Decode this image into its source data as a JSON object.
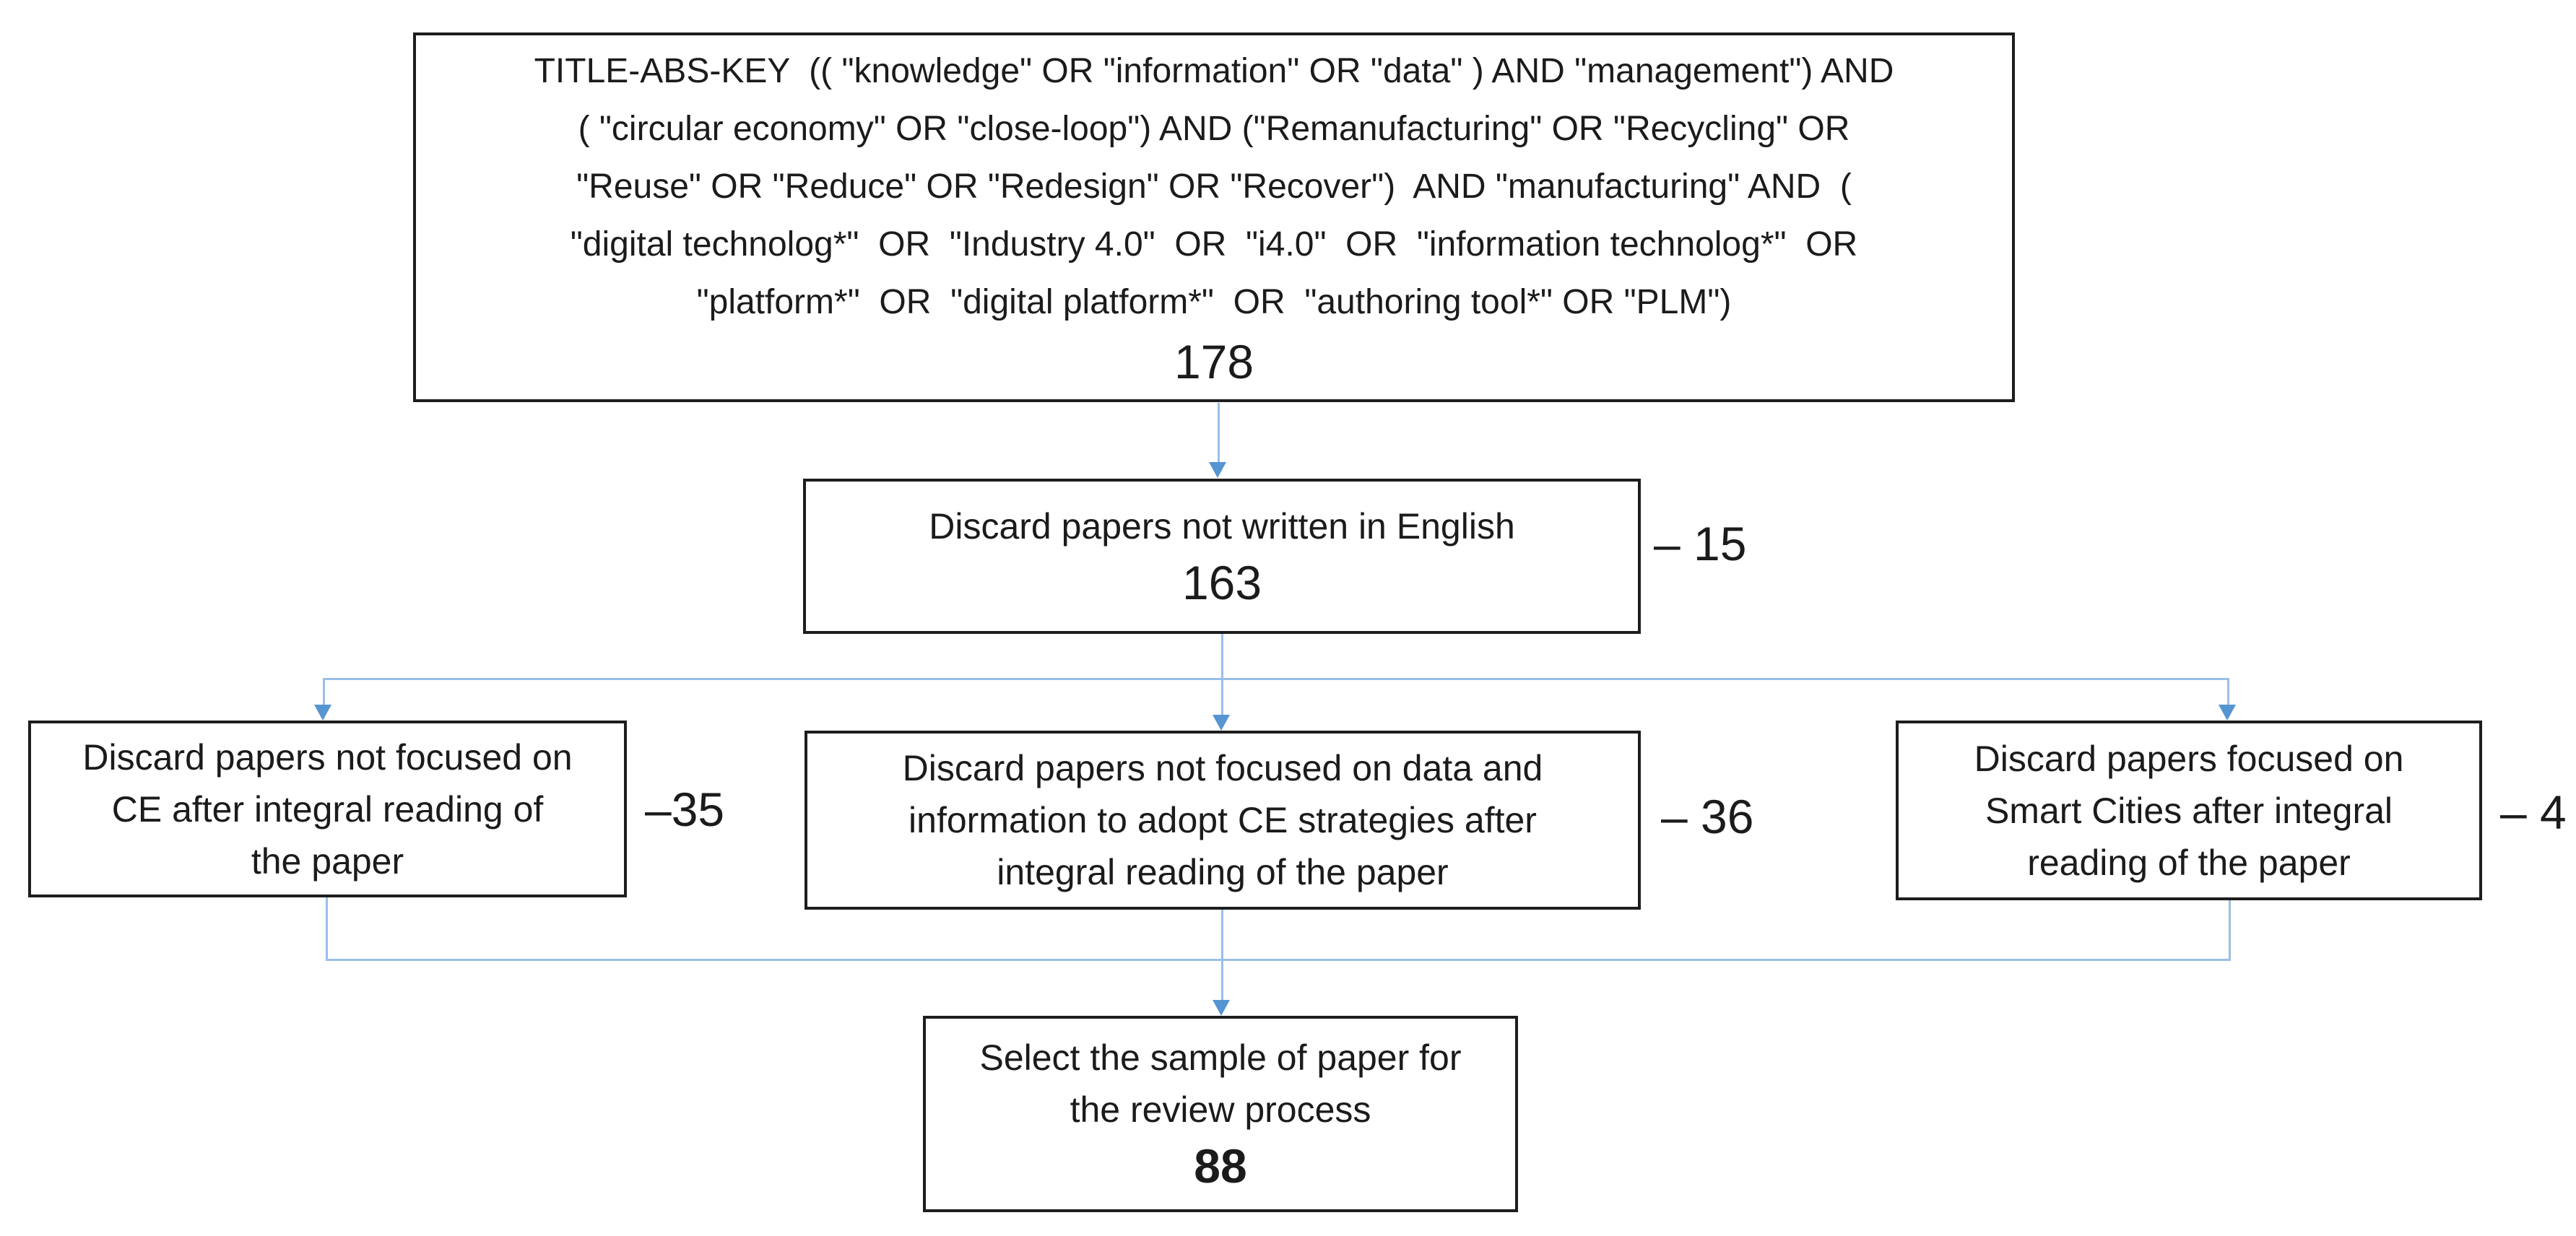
{
  "diagram": {
    "title": "Paper selection flow for the review process",
    "colors": {
      "box_border": "#1d1d1d",
      "text": "#1b1b1b",
      "connector_line": "#9abfe7",
      "connector_arrow": "#5694d2",
      "background": "#ffffff"
    }
  },
  "boxes": {
    "search_query": {
      "text": "TITLE-ABS-KEY  (( \"knowledge\" OR \"information\" OR \"data\" ) AND \"management\") AND\n( \"circular economy\" OR \"close-loop\") AND (\"Remanufacturing\" OR \"Recycling\" OR\n\"Reuse\" OR \"Reduce\" OR \"Redesign\" OR \"Recover\")  AND \"manufacturing\" AND  (\n\"digital technolog*\"  OR  \"Industry 4.0\"  OR  \"i4.0\"  OR  \"information technolog*\"  OR\n\"platform*\"  OR  \"digital platform*\"  OR  \"authoring tool*\" OR \"PLM\")",
      "count": "178"
    },
    "english_filter": {
      "text": "Discard papers not written in English",
      "count": "163",
      "removed": "– 15"
    },
    "ce_filter": {
      "text": "Discard papers not focused on\nCE after integral reading of\nthe paper",
      "removed": "–35"
    },
    "data_filter": {
      "text": "Discard papers not focused on data and\ninformation to adopt CE strategies after\nintegral reading of the paper",
      "removed": "– 36"
    },
    "smart_cities_filter": {
      "text": "Discard papers focused on\nSmart Cities after integral\nreading of the paper",
      "removed": "– 4"
    },
    "final_sample": {
      "text": "Select the sample of paper for\nthe review process",
      "count": "88"
    }
  }
}
